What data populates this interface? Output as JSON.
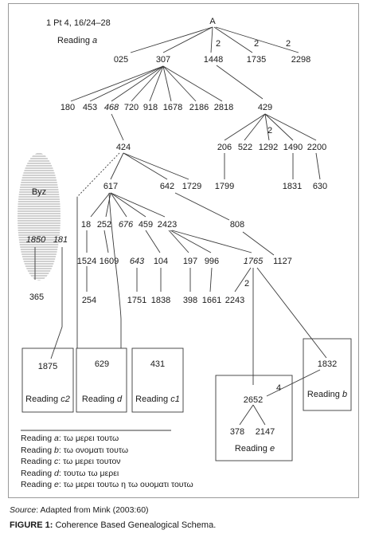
{
  "header": {
    "passage": "1 Pt 4, 16/24–28",
    "reading_prefix": "Reading ",
    "reading_letter": "a"
  },
  "nodes": {
    "A": "A",
    "n025": "025",
    "n307": "307",
    "n1448": "1448",
    "n1735": "1735",
    "n2298": "2298",
    "n180": "180",
    "n453": "453",
    "n468": "468",
    "n720": "720",
    "n918": "918",
    "n1678": "1678",
    "n2186": "2186",
    "n2818": "2818",
    "n429": "429",
    "n206": "206",
    "n522": "522",
    "n1292": "1292",
    "n1490": "1490",
    "n2200": "2200",
    "n1799": "1799",
    "n1831": "1831",
    "n630": "630",
    "n424": "424",
    "n617": "617",
    "n642": "642",
    "n1729": "1729",
    "n808": "808",
    "n18": "18",
    "n252": "252",
    "n676": "676",
    "n459": "459",
    "n2423": "2423",
    "n1524": "1524",
    "n1609": "1609",
    "n643": "643",
    "n104": "104",
    "n197": "197",
    "n996": "996",
    "n1765": "1765",
    "n1127": "1127",
    "n254": "254",
    "n1751": "1751",
    "n1838": "1838",
    "n398": "398",
    "n1661": "1661",
    "n2243": "2243",
    "byz": "Byz",
    "n1850": "1850",
    "n181": "181",
    "n365": "365",
    "n1875": "1875",
    "n629": "629",
    "n431": "431",
    "n1832": "1832",
    "n2652": "2652",
    "n378": "378",
    "n2147": "2147"
  },
  "edge_labels": {
    "a_1448": "2",
    "a_1735": "2",
    "a_2298": "2",
    "n429_1292": "2",
    "n1765_2243": "2",
    "n1832_2652": "4"
  },
  "boxes": {
    "c2": {
      "prefix": "Reading ",
      "letter": "c2"
    },
    "d": {
      "prefix": "Reading ",
      "letter": "d"
    },
    "c1": {
      "prefix": "Reading ",
      "letter": "c1"
    },
    "b": {
      "prefix": "Reading ",
      "letter": "b"
    },
    "e": {
      "prefix": "Reading ",
      "letter": "e"
    }
  },
  "legend": [
    {
      "prefix": "Reading ",
      "letter": "a",
      "text": ": τω μερει τουτω"
    },
    {
      "prefix": "Reading ",
      "letter": "b",
      "text": ": τω ονοματι τουτω"
    },
    {
      "prefix": "Reading ",
      "letter": "c",
      "text": ": τω μερει τουτον"
    },
    {
      "prefix": "Reading ",
      "letter": "d",
      "text": ": τουτω τω μερει"
    },
    {
      "prefix": "Reading ",
      "letter": "e",
      "text": ": τω μερει τουτω η τω ουοματι τουτω"
    }
  ],
  "source": {
    "label": "Source",
    "text": ": Adapted from Mink (2003:60)"
  },
  "caption": {
    "label": "FIGURE 1:",
    "text": " Coherence Based Genealogical Schema."
  }
}
